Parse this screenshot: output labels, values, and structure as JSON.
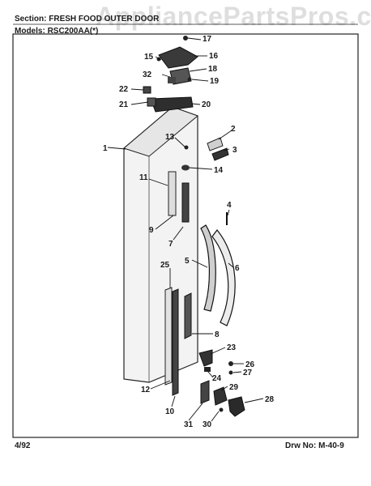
{
  "watermark": "AppliancePartsPros.com",
  "header": {
    "section_label": "Section:",
    "section_value": "FRESH FOOD OUTER DOOR",
    "models_label": "Models:",
    "models_value": "RSC200AA(*)"
  },
  "footer": {
    "date": "4/92",
    "drawing_label": "Drw No:",
    "drawing_number": "M-40-9"
  },
  "callouts": [
    "1",
    "2",
    "3",
    "4",
    "5",
    "6",
    "7",
    "8",
    "9",
    "10",
    "11",
    "12",
    "13",
    "14",
    "15",
    "16",
    "17",
    "18",
    "19",
    "20",
    "21",
    "22",
    "23",
    "24",
    "25",
    "26",
    "27",
    "28",
    "29",
    "30",
    "31",
    "32"
  ]
}
